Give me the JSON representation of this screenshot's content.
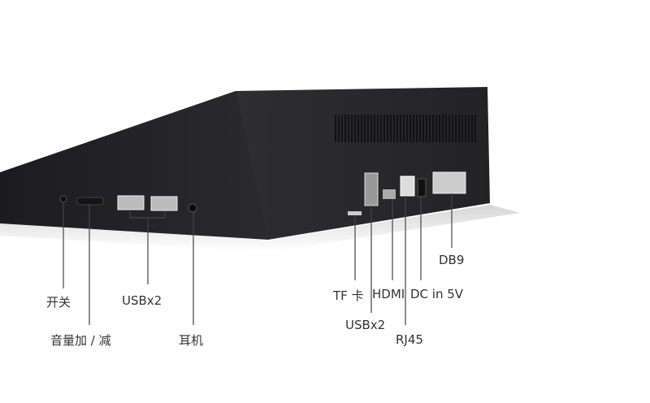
{
  "labels": {
    "power": "开关",
    "volume": "音量加 / 减",
    "usb_left": "USBx2",
    "headphone": "耳机",
    "tf": "TF 卡",
    "hdmi": "HDMI",
    "dc": "DC in 5V",
    "db9": "DB9",
    "usb_right": "USBx2",
    "rj45": "RJ45"
  },
  "colors": {
    "device": "#2a2a2c",
    "line": "#444444",
    "text": "#333333"
  }
}
